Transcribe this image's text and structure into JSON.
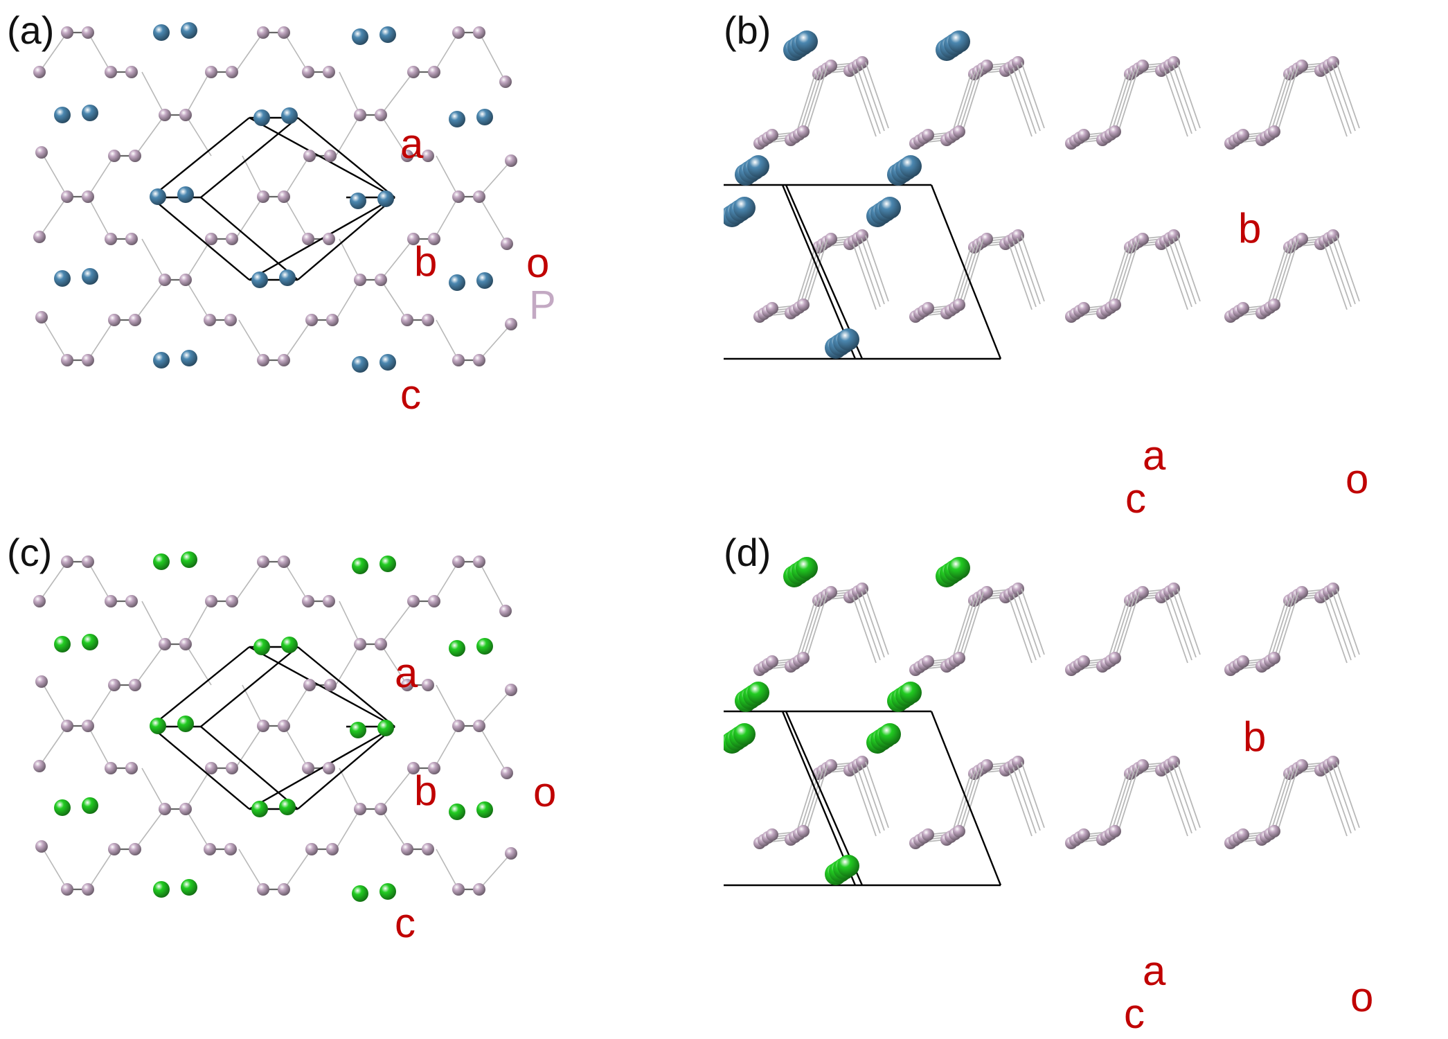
{
  "colors": {
    "phosphorus": "#c3a9c3",
    "metal_a": "#4b87b0",
    "metal_c": "#22cc22",
    "axis_label": "#c00000",
    "cell_line": "#000000",
    "bond": "#b8b8b8"
  },
  "panels": [
    {
      "id": "a",
      "label": "(a)",
      "view": "top",
      "metal": "metal_a",
      "axes": {
        "a": "a",
        "b": "b",
        "c": "c",
        "o": "o"
      },
      "element_label": "P"
    },
    {
      "id": "b",
      "label": "(b)",
      "view": "side",
      "metal": "metal_a",
      "axes": {
        "a": "a",
        "b": "b",
        "c": "c",
        "o": "o"
      }
    },
    {
      "id": "c",
      "label": "(c)",
      "view": "top",
      "metal": "metal_c",
      "axes": {
        "a": "a",
        "b": "b",
        "c": "c",
        "o": "o"
      }
    },
    {
      "id": "d",
      "label": "(d)",
      "view": "side",
      "metal": "metal_c",
      "axes": {
        "a": "a",
        "b": "b",
        "c": "c",
        "o": "o"
      }
    }
  ]
}
